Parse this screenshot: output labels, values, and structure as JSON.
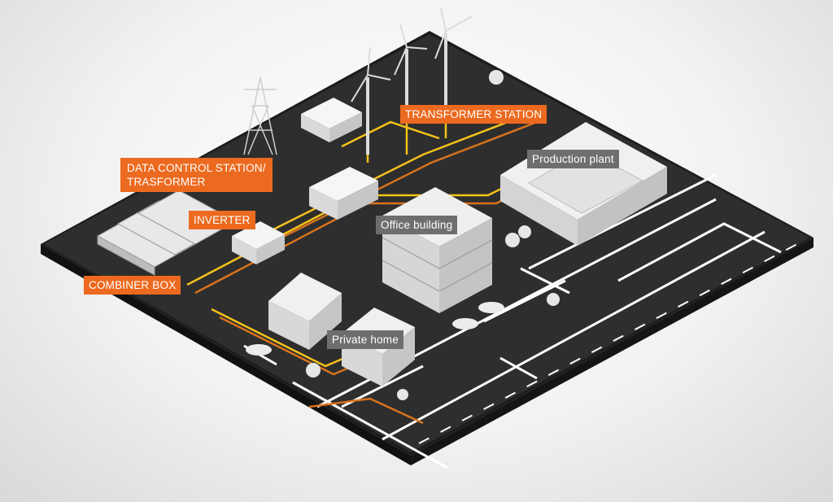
{
  "labels": {
    "transformer_station": "TRANSFORMER STATION",
    "data_control_station": "DATA CONTROL STATION/\nTRASFORMER",
    "inverter": "INVERTER",
    "combiner_box": "COMBINER BOX",
    "production_plant": "Production plant",
    "office_building": "Office building",
    "private_home": "Private home"
  },
  "colors": {
    "accent": "#ec6a1f",
    "label_gray": "#6e6e6e",
    "ground": "#2c2c2c",
    "cable_yellow": "#f5c21b",
    "cable_orange": "#d9731d",
    "road_marking": "#ffffff"
  }
}
